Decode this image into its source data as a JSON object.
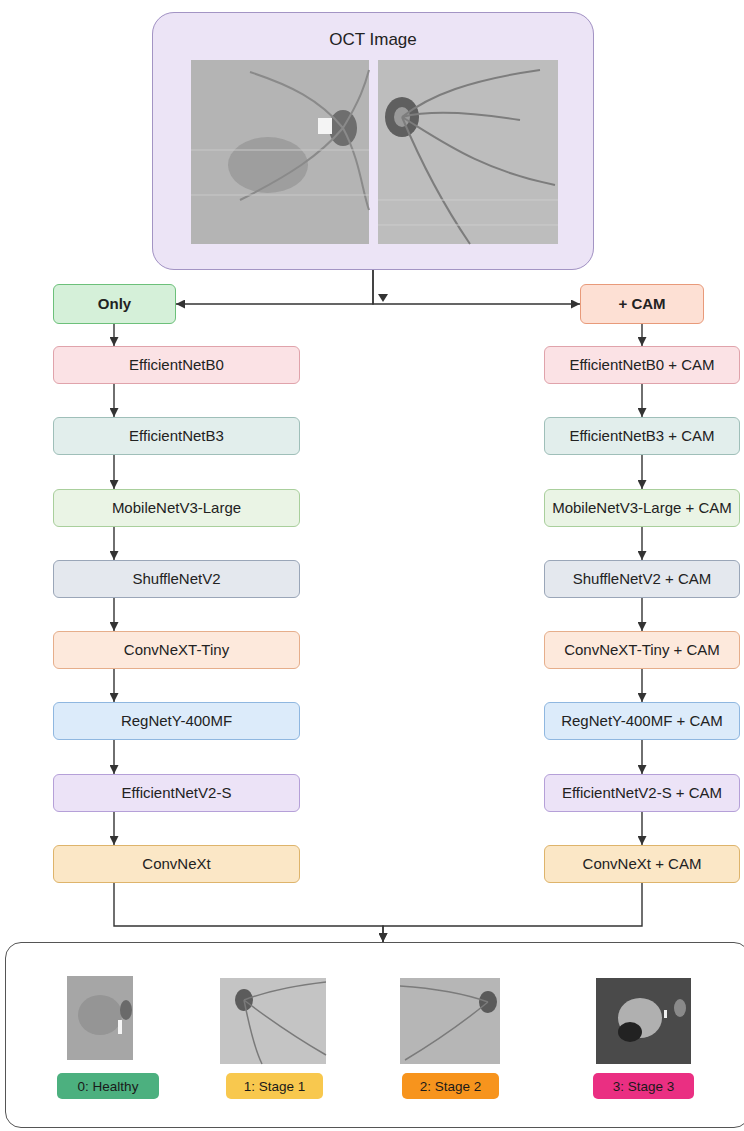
{
  "diagram": {
    "nodes": [
      {
        "text": [
          "OCT Image"
        ]
      },
      {
        "text": [
          "Only"
        ]
      },
      {
        "text": [
          "+ CAM"
        ]
      },
      {
        "text": [
          "EfficientNetB0"
        ]
      },
      {
        "text": [
          "EfficientNetB3"
        ]
      },
      {
        "text": [
          "MobileNetV3-Large"
        ]
      },
      {
        "text": [
          "ShuffleNetV2"
        ]
      },
      {
        "text": [
          "ConvNeXT-Tiny"
        ]
      },
      {
        "text": [
          "RegNetY-400MF"
        ]
      },
      {
        "text": [
          "EfficientNetV2-S"
        ]
      },
      {
        "text": [
          "ConvNeXt"
        ]
      },
      {
        "text": [
          "EfficientNetB0 + CAM"
        ]
      },
      {
        "text": [
          "EfficientNetB3 + CAM"
        ]
      },
      {
        "text": [
          "MobileNetV3-Large + CAM"
        ]
      },
      {
        "text": [
          "ShuffleNetV2 + CAM"
        ]
      },
      {
        "text": [
          "ConvNeXT-Tiny + CAM"
        ]
      },
      {
        "text": [
          "RegNetY-400MF + CAM"
        ]
      },
      {
        "text": [
          "EfficientNetV2-S + CAM"
        ]
      },
      {
        "text": [
          "ConvNeXt + CAM"
        ]
      },
      {
        "text": []
      },
      {
        "text": [
          "0: Healthy"
        ],
        "in": 19
      },
      {
        "text": [
          "1: Stage 1"
        ],
        "in": 19
      },
      {
        "text": [
          "2: Stage 2"
        ],
        "in": 19
      },
      {
        "text": [
          "3: Stage 3"
        ],
        "in": 19
      }
    ],
    "edges": [
      {
        "from": 0,
        "to": 1,
        "arrow": "to"
      },
      {
        "from": 0,
        "to": 2,
        "arrow": "to"
      },
      {
        "from": 1,
        "to": 3,
        "arrow": "to"
      },
      {
        "from": 3,
        "to": 4,
        "arrow": "to"
      },
      {
        "from": 4,
        "to": 5,
        "arrow": "to"
      },
      {
        "from": 5,
        "to": 6,
        "arrow": "to"
      },
      {
        "from": 6,
        "to": 7,
        "arrow": "to"
      },
      {
        "from": 7,
        "to": 8,
        "arrow": "to"
      },
      {
        "from": 8,
        "to": 9,
        "arrow": "to"
      },
      {
        "from": 9,
        "to": 10,
        "arrow": "to"
      },
      {
        "from": 2,
        "to": 11,
        "arrow": "to"
      },
      {
        "from": 11,
        "to": 12,
        "arrow": "to"
      },
      {
        "from": 12,
        "to": 13,
        "arrow": "to"
      },
      {
        "from": 13,
        "to": 14,
        "arrow": "to"
      },
      {
        "from": 14,
        "to": 15,
        "arrow": "to"
      },
      {
        "from": 15,
        "to": 16,
        "arrow": "to"
      },
      {
        "from": 16,
        "to": 17,
        "arrow": "to"
      },
      {
        "from": 17,
        "to": 18,
        "arrow": "to"
      },
      {
        "from": 10,
        "to": 19,
        "arrow": "to"
      },
      {
        "from": 18,
        "to": 19,
        "arrow": "to"
      }
    ]
  }
}
